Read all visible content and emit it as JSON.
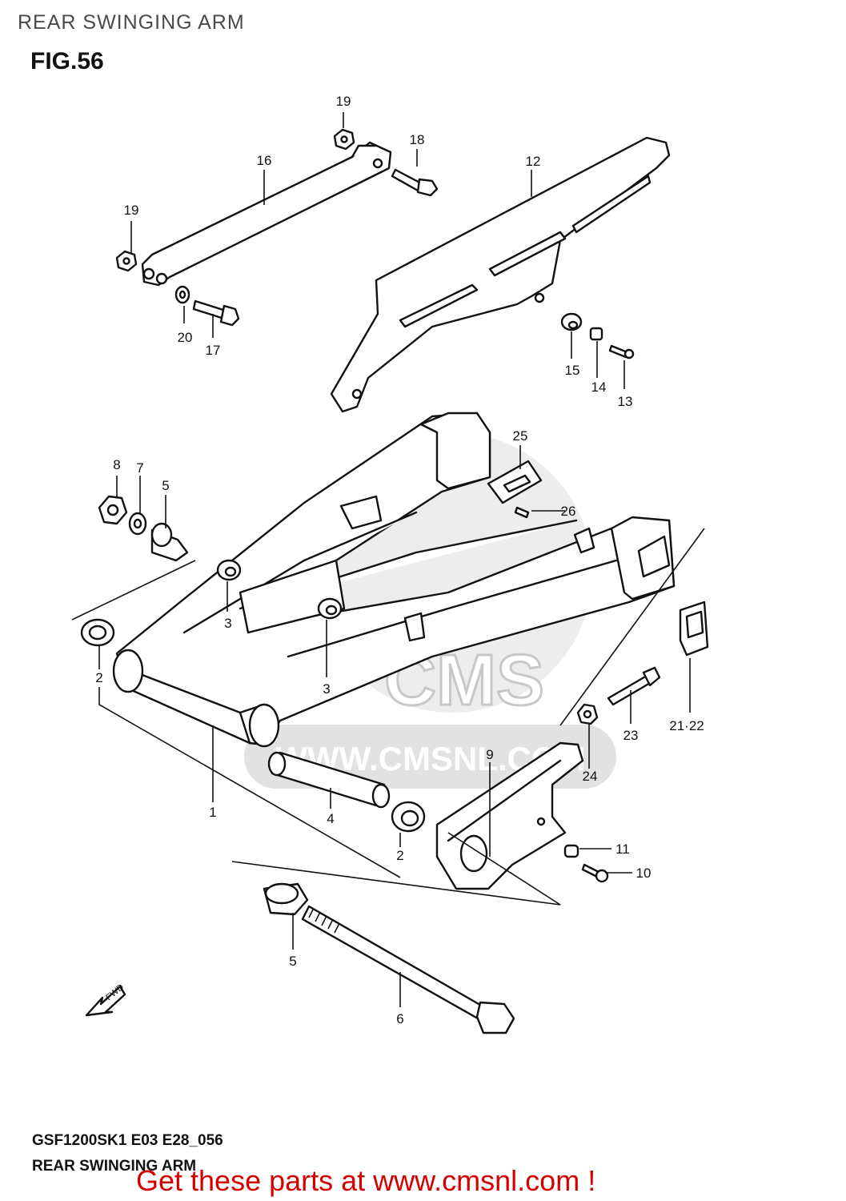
{
  "header": {
    "title": "REAR SWINGING ARM",
    "figure": "FIG.56"
  },
  "watermark": {
    "text": "CMS",
    "url": "WWW.CMSNL.COM"
  },
  "callouts": [
    {
      "id": "c1",
      "label": "1"
    },
    {
      "id": "c2a",
      "label": "2"
    },
    {
      "id": "c2b",
      "label": "2"
    },
    {
      "id": "c3a",
      "label": "3"
    },
    {
      "id": "c3b",
      "label": "3"
    },
    {
      "id": "c4",
      "label": "4"
    },
    {
      "id": "c5a",
      "label": "5"
    },
    {
      "id": "c5b",
      "label": "5"
    },
    {
      "id": "c6",
      "label": "6"
    },
    {
      "id": "c7",
      "label": "7"
    },
    {
      "id": "c8",
      "label": "8"
    },
    {
      "id": "c9",
      "label": "9"
    },
    {
      "id": "c10",
      "label": "10"
    },
    {
      "id": "c11",
      "label": "11"
    },
    {
      "id": "c12",
      "label": "12"
    },
    {
      "id": "c13",
      "label": "13"
    },
    {
      "id": "c14",
      "label": "14"
    },
    {
      "id": "c15",
      "label": "15"
    },
    {
      "id": "c16",
      "label": "16"
    },
    {
      "id": "c17",
      "label": "17"
    },
    {
      "id": "c18",
      "label": "18"
    },
    {
      "id": "c19a",
      "label": "19"
    },
    {
      "id": "c19b",
      "label": "19"
    },
    {
      "id": "c20",
      "label": "20"
    },
    {
      "id": "c2122",
      "label": "21·22"
    },
    {
      "id": "c23",
      "label": "23"
    },
    {
      "id": "c24",
      "label": "24"
    },
    {
      "id": "c25",
      "label": "25"
    },
    {
      "id": "c26",
      "label": "26"
    }
  ],
  "footer": {
    "code": "GSF1200SK1 E03 E28_056",
    "title": "REAR SWINGING ARM",
    "promo": "Get these parts at www.cmsnl.com !"
  },
  "fwd_label": "FWD",
  "colors": {
    "line": "#111111",
    "watermark": "#d6d6d6",
    "promo": "#d40000"
  }
}
